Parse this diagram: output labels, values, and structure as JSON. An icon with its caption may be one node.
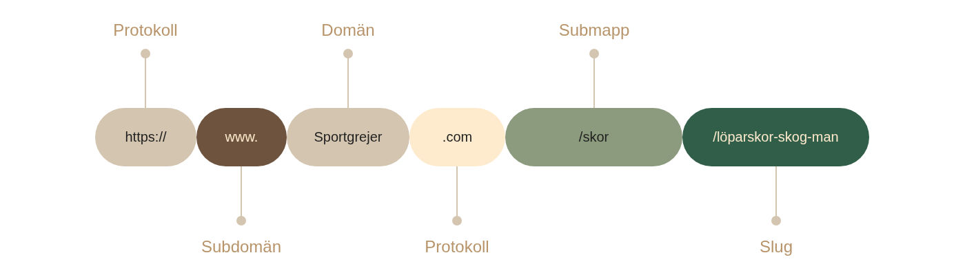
{
  "diagram": {
    "nodes": [
      {
        "text": [
          "https://"
        ]
      },
      {
        "text": [
          "www."
        ]
      },
      {
        "text": [
          "Sportgrejer"
        ]
      },
      {
        "text": [
          ".com"
        ]
      },
      {
        "text": [
          "/skor"
        ]
      },
      {
        "text": [
          "/löparskor-skog-man"
        ]
      },
      {
        "text": [
          "Protokoll"
        ]
      },
      {
        "text": [
          "Domän"
        ]
      },
      {
        "text": [
          "Submapp"
        ]
      },
      {
        "text": [
          "Subdomän"
        ]
      },
      {
        "text": [
          "Protokoll"
        ]
      },
      {
        "text": [
          "Slug"
        ]
      }
    ],
    "edges": [
      {
        "from": 6,
        "to": 0,
        "arrow": "other"
      },
      {
        "from": 7,
        "to": 2,
        "arrow": "other"
      },
      {
        "from": 8,
        "to": 4,
        "arrow": "other"
      },
      {
        "from": 9,
        "to": 1,
        "arrow": "other"
      },
      {
        "from": 10,
        "to": 3,
        "arrow": "other"
      },
      {
        "from": 11,
        "to": 5,
        "arrow": "other"
      }
    ]
  }
}
